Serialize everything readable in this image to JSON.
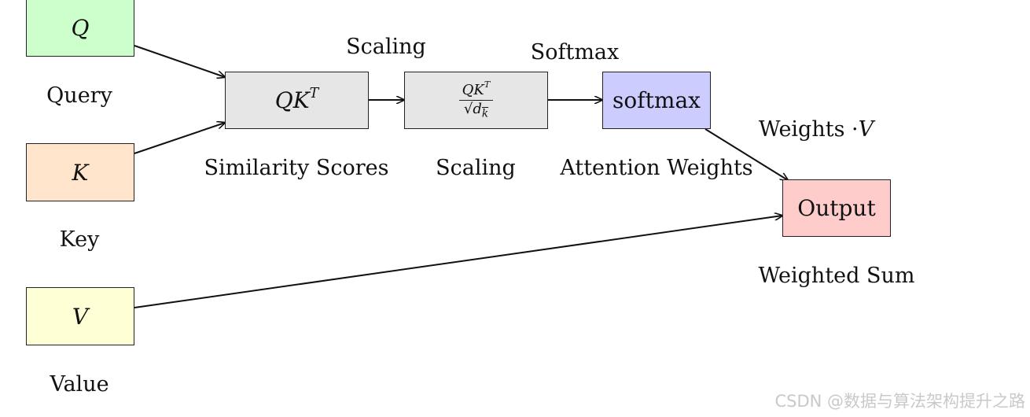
{
  "boxes": {
    "q": {
      "symbol": "Q",
      "caption": "Query",
      "fill": "#ccffcc"
    },
    "k": {
      "symbol": "K",
      "caption": "Key",
      "fill": "#ffe5cc"
    },
    "v": {
      "symbol": "V",
      "caption": "Value",
      "fill": "#ffffd6"
    },
    "qkt": {
      "base": "QK",
      "sup": "T",
      "caption": "Similarity Scores",
      "label_above": "",
      "fill": "#e6e6e6"
    },
    "scale": {
      "num_base": "QK",
      "num_sup": "T",
      "den_root": "√",
      "den_var": "d",
      "den_sub": "k",
      "caption": "Scaling",
      "label_above": "Scaling",
      "fill": "#e6e6e6"
    },
    "softmax": {
      "label": "softmax",
      "caption": "Attention Weights",
      "label_above": "Softmax",
      "fill": "#ccccff"
    },
    "output": {
      "label": "Output",
      "caption": "Weighted Sum",
      "fill": "#ffcccc"
    }
  },
  "edge_labels": {
    "weights_v_prefix": "Weights ·",
    "weights_v_var": "V"
  },
  "watermark": "CSDN @数据与算法架构提升之路"
}
